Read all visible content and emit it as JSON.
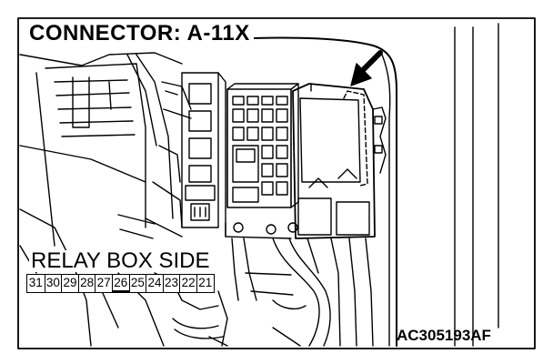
{
  "title": "CONNECTOR: A-11X",
  "side_label": "RELAY BOX SIDE",
  "pins": [
    "31",
    "30",
    "29",
    "28",
    "27",
    "26",
    "25",
    "24",
    "23",
    "22",
    "21"
  ],
  "marked_pin": "26",
  "figure_code": "AC305193AF"
}
